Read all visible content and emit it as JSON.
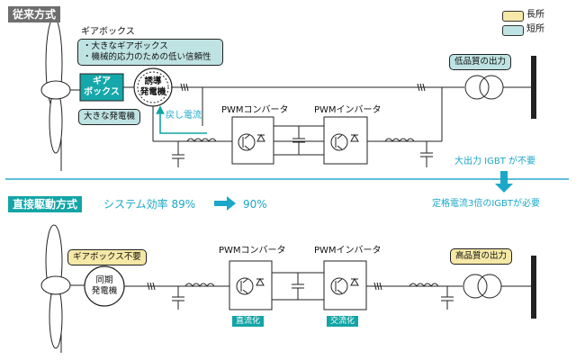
{
  "colors": {
    "header_bg": "#6e6e6e",
    "teal_box": "#bfe3e3",
    "yellow_box": "#f6e8a6",
    "accent": "#1aa7c8",
    "tag_bg": "#12a4a6",
    "gearbox_bg": "#15a7a9"
  },
  "legend": {
    "long": "長所",
    "short": "短所"
  },
  "top": {
    "header": "従来方式",
    "gearbox_title": "ギアボックス",
    "gearbox_notes": [
      "・大きなギアボックス",
      "・機械的応力のための低い信頼性"
    ],
    "gearbox_block": [
      "ギア",
      "ボックス"
    ],
    "generator": [
      "誘導",
      "発電機"
    ],
    "big_generator": "大きな発電機",
    "return_current": "戻し電流",
    "converter": "PWMコンバータ",
    "inverter": "PWMインバータ",
    "output": "低品質の出力",
    "igbt_note": "大出力 IGBT が不要"
  },
  "bottom": {
    "header": "直接駆動方式",
    "efficiency_label": "システム効率 89%",
    "efficiency_after": "90%",
    "rated_note": "定格電流3倍のIGBTが必要",
    "no_gearbox": "ギアボックス不要",
    "generator": [
      "同期",
      "発電機"
    ],
    "converter": "PWMコンバータ",
    "inverter": "PWMインバータ",
    "dc_tag": "直流化",
    "ac_tag": "交流化",
    "output": "高品質の出力"
  }
}
